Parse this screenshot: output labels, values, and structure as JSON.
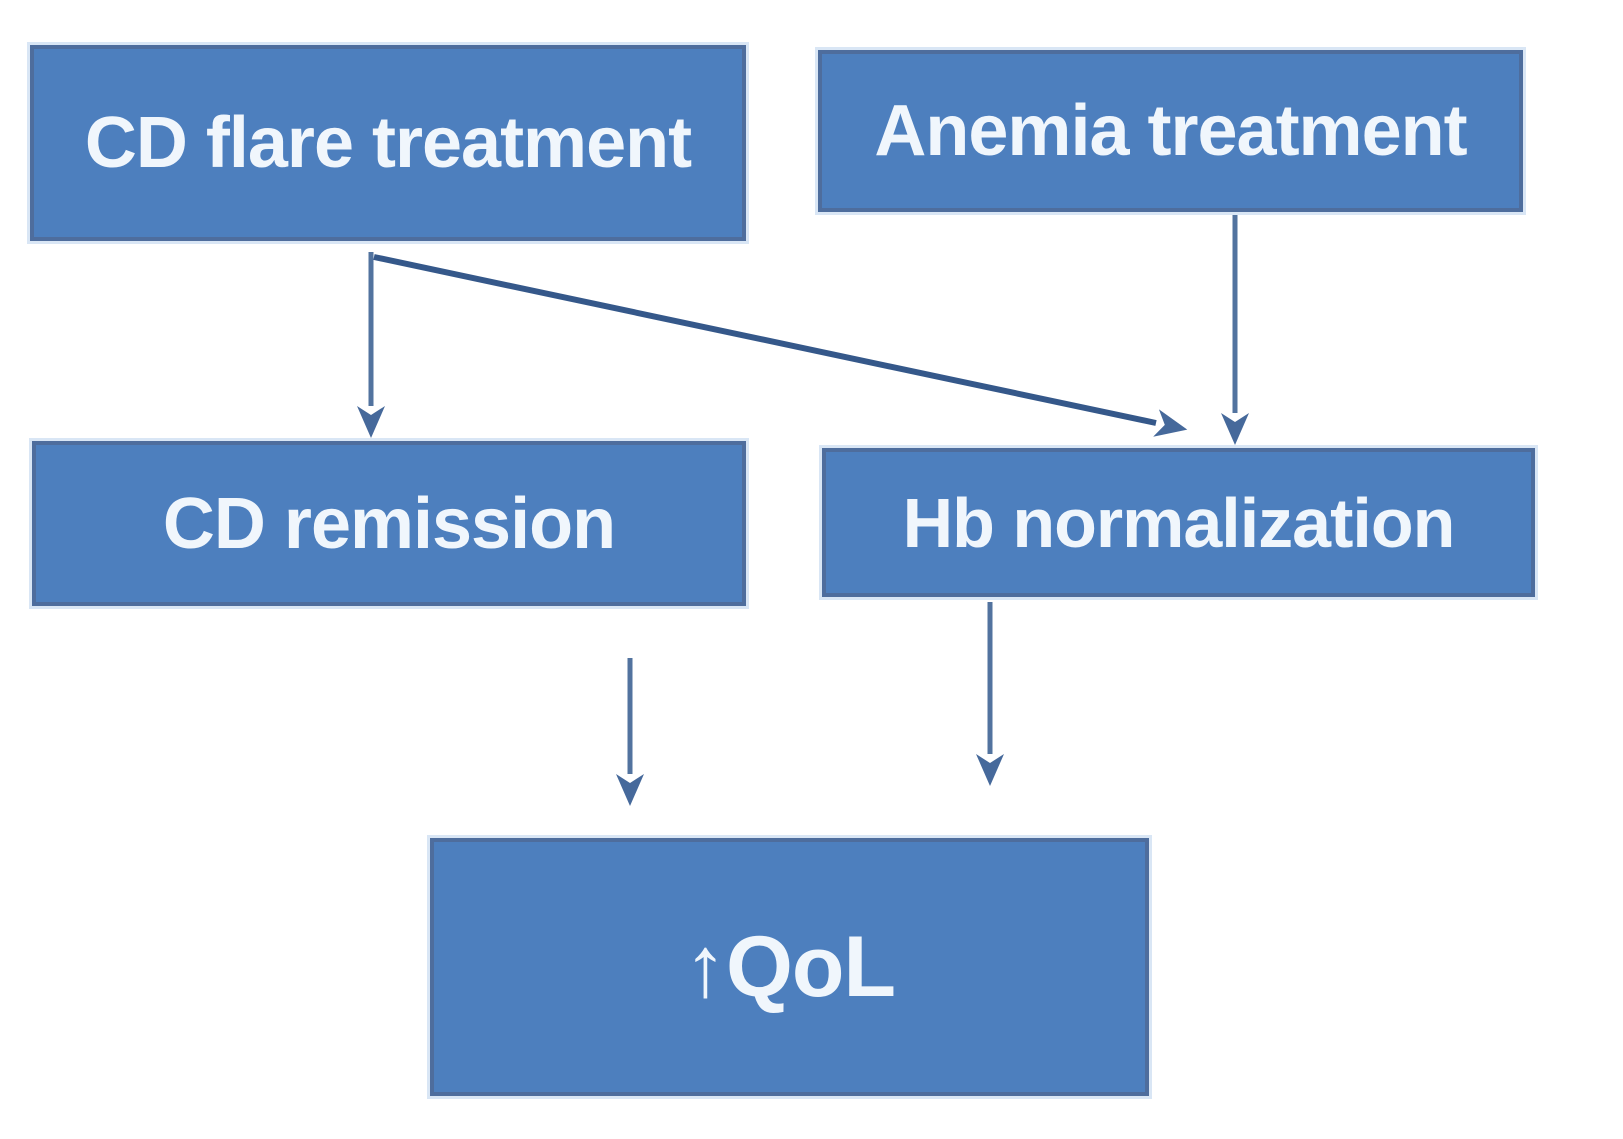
{
  "diagram": {
    "type": "flowchart",
    "colors": {
      "background": "#ffffff",
      "node_fill": "#4d7fbe",
      "node_border": "#4e6d9d",
      "node_halo": "#d9e6f5",
      "node_text": "#f0f6fc",
      "arrow": "#52739f",
      "arrow_head": "#46699b",
      "arrow_diagonal": "#35588a"
    },
    "nodes": [
      {
        "id": "cd-flare-treatment",
        "label": "CD flare treatment"
      },
      {
        "id": "anemia-treatment",
        "label": "Anemia treatment"
      },
      {
        "id": "cd-remission",
        "label": "CD remission"
      },
      {
        "id": "hb-normalization",
        "label": "Hb normalization"
      },
      {
        "id": "qol",
        "label": "↑QoL"
      }
    ],
    "edges": [
      {
        "from": "cd-flare-treatment",
        "to": "cd-remission"
      },
      {
        "from": "cd-flare-treatment",
        "to": "hb-normalization"
      },
      {
        "from": "anemia-treatment",
        "to": "hb-normalization"
      },
      {
        "from": "cd-remission",
        "to": "qol"
      },
      {
        "from": "hb-normalization",
        "to": "qol"
      }
    ]
  }
}
